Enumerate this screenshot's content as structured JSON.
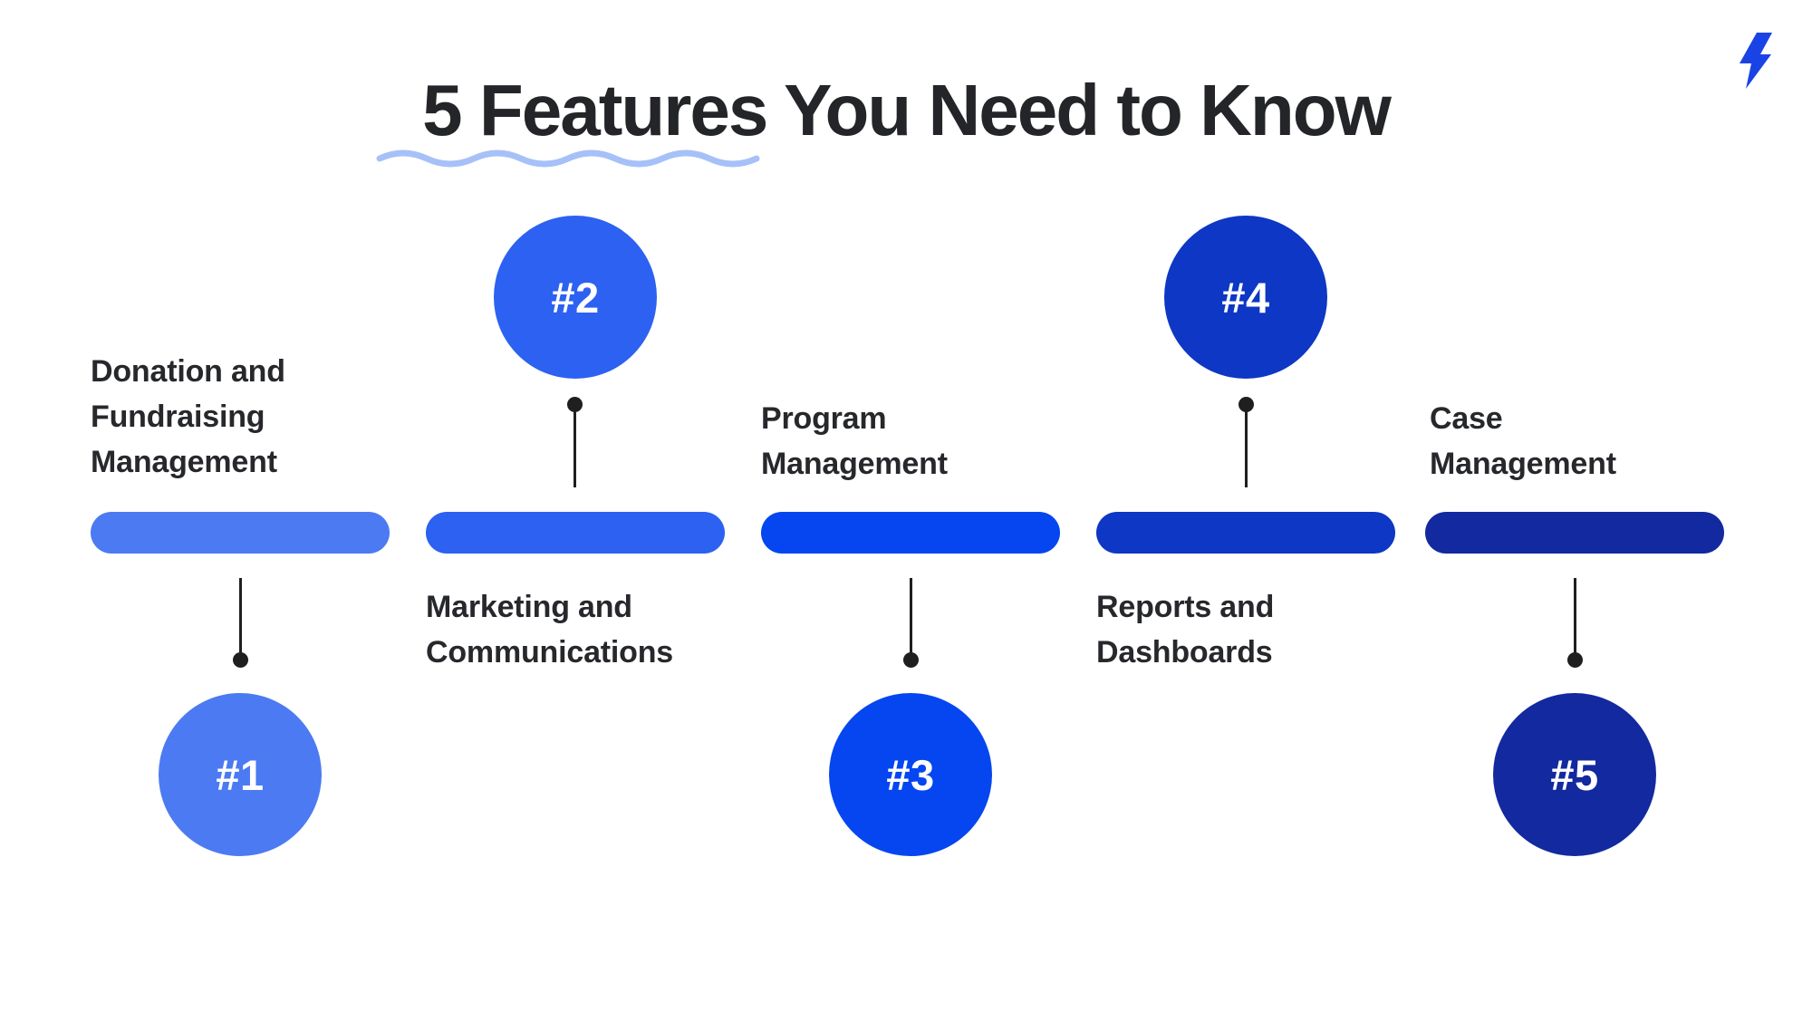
{
  "title": "5 Features You Need to Know",
  "underline_color": "#a6c1f8",
  "connector_color": "#1f1f1f",
  "logo": {
    "icon": "lightning-bolt",
    "color": "#1a43e6"
  },
  "features": [
    {
      "number": "#1",
      "label": "Donation and\nFundraising\nManagement",
      "color": "#4b7af2",
      "circle_position": "below-bar"
    },
    {
      "number": "#2",
      "label": "Marketing and\nCommunications",
      "color": "#2c61f1",
      "circle_position": "above-bar"
    },
    {
      "number": "#3",
      "label": "Program\nManagement",
      "color": "#0546f0",
      "circle_position": "below-bar"
    },
    {
      "number": "#4",
      "label": "Reports and\nDashboards",
      "color": "#0d37c4",
      "circle_position": "above-bar"
    },
    {
      "number": "#5",
      "label": "Case\nManagement",
      "color": "#12299f",
      "circle_position": "below-bar"
    }
  ]
}
